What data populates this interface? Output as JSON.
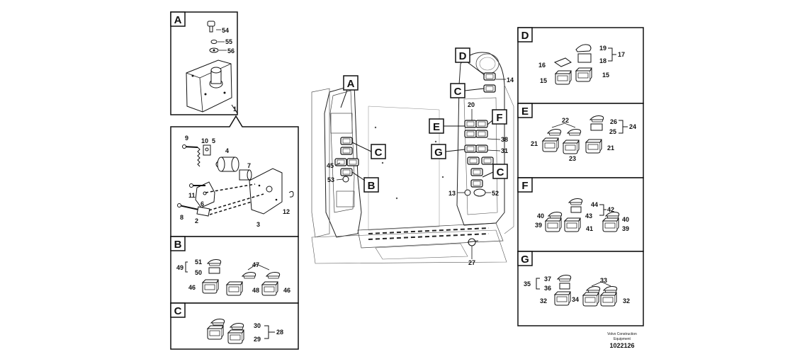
{
  "panels": {
    "A": {
      "letter": "A",
      "labels": [
        "54",
        "55",
        "56",
        "1"
      ]
    },
    "exploded": {
      "labels": [
        "9",
        "10",
        "5",
        "4",
        "7",
        "11",
        "6",
        "8",
        "2",
        "3",
        "12"
      ]
    },
    "B": {
      "letter": "B",
      "labels": [
        "51",
        "49",
        "50",
        "47",
        "46",
        "48",
        "46"
      ]
    },
    "C": {
      "letter": "C",
      "labels": [
        "30",
        "28",
        "29"
      ]
    },
    "D": {
      "letter": "D",
      "labels": [
        "19",
        "17",
        "16",
        "18",
        "15",
        "15"
      ]
    },
    "E": {
      "letter": "E",
      "labels": [
        "22",
        "26",
        "24",
        "25",
        "21",
        "21",
        "23"
      ]
    },
    "F": {
      "letter": "F",
      "labels": [
        "44",
        "42",
        "40",
        "43",
        "40",
        "39",
        "41",
        "39"
      ]
    },
    "G": {
      "letter": "G",
      "labels": [
        "37",
        "33",
        "35",
        "36",
        "32",
        "34",
        "32"
      ]
    }
  },
  "center": {
    "callouts": [
      "A",
      "C",
      "B",
      "D",
      "C",
      "E",
      "F",
      "G",
      "C"
    ],
    "labels": [
      "45",
      "53",
      "14",
      "20",
      "38",
      "31",
      "13",
      "52",
      "27"
    ]
  },
  "footer": {
    "line1": "Volvo Construction",
    "line2": "Equipment",
    "drawing_number": "1022126"
  }
}
